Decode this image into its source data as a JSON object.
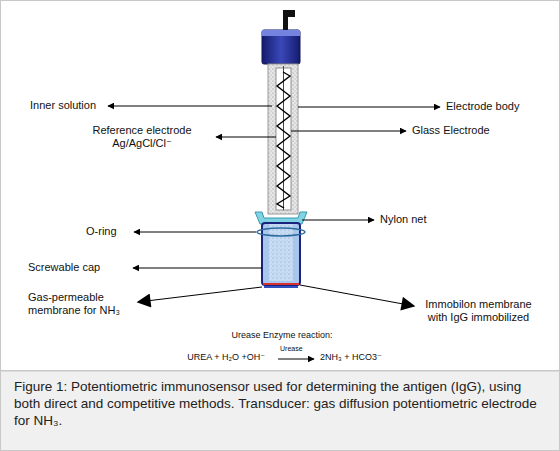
{
  "diagram": {
    "caption": "Figure 1: Potentiometric immunosensor used for determining the antigen (IgG), using both direct and competitive methods. Transducer: gas diffusion potentiometric electrode for NH₃.",
    "labels": [
      "Inner solution",
      "Electrode body",
      "Reference electrode Ag/AgCl/Cl⁻",
      "Glass Electrode",
      "Nylon net",
      "O-ring",
      "Screwable cap",
      "Gas-permeable membrane for NH₃",
      "Immobilon membrane with IgG immobilized",
      "Urease Enzyme reaction:",
      "UREA + H₂O +OH⁻",
      "Urease",
      "2NH₃ + HCO3⁻"
    ]
  }
}
